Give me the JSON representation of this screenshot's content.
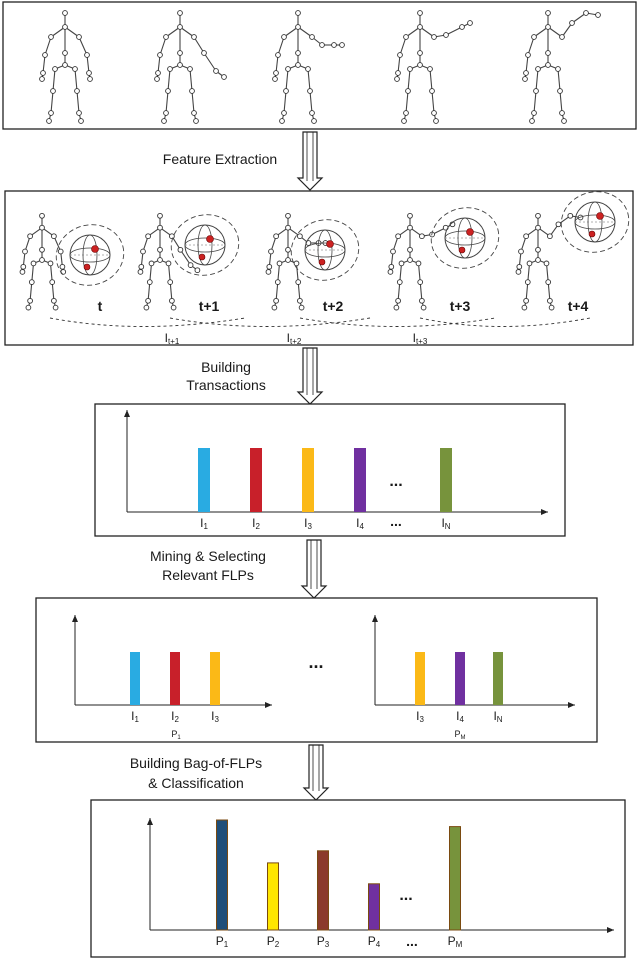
{
  "steps": {
    "feature_extraction": "Feature Extraction",
    "building_transactions_1": "Building",
    "building_transactions_2": "Transactions",
    "mining_1": "Mining & Selecting",
    "mining_2": "Relevant FLPs",
    "bag_1": "Building Bag-of-FLPs",
    "bag_2": "& Classification"
  },
  "time_labels": [
    "t",
    "t+1",
    "t+2",
    "t+3",
    "t+4"
  ],
  "interval_labels": [
    {
      "base": "I",
      "sub": "t+1"
    },
    {
      "base": "I",
      "sub": "t+2"
    },
    {
      "base": "I",
      "sub": "t+3"
    }
  ],
  "ellipsis": "...",
  "colors": {
    "cyan": "#29abe2",
    "red": "#c8202a",
    "yellow": "#fbb917",
    "purple": "#7030a0",
    "green": "#77933c",
    "navy": "#1f4e79",
    "light_yellow": "#ffe600",
    "brown": "#8b3a2b",
    "joint_red": "#cc2222"
  },
  "chart_data": [
    {
      "type": "bar",
      "name": "transactions",
      "categories": [
        {
          "base": "I",
          "sub": "1"
        },
        {
          "base": "I",
          "sub": "2"
        },
        {
          "base": "I",
          "sub": "3"
        },
        {
          "base": "I",
          "sub": "4"
        },
        {
          "base": "I",
          "sub": "N"
        }
      ],
      "values": [
        1,
        1,
        1,
        1,
        1
      ],
      "colors": [
        "cyan",
        "red",
        "yellow",
        "purple",
        "green"
      ]
    },
    {
      "type": "bar",
      "name": "flp-p1",
      "caption": {
        "base": "P",
        "sub": "1"
      },
      "categories": [
        {
          "base": "I",
          "sub": "1"
        },
        {
          "base": "I",
          "sub": "2"
        },
        {
          "base": "I",
          "sub": "3"
        }
      ],
      "values": [
        1,
        1,
        1
      ],
      "colors": [
        "cyan",
        "red",
        "yellow"
      ]
    },
    {
      "type": "bar",
      "name": "flp-pm",
      "caption": {
        "base": "P",
        "sub": "M"
      },
      "categories": [
        {
          "base": "I",
          "sub": "3"
        },
        {
          "base": "I",
          "sub": "4"
        },
        {
          "base": "I",
          "sub": "N"
        }
      ],
      "values": [
        1,
        1,
        1
      ],
      "colors": [
        "yellow",
        "purple",
        "green"
      ]
    },
    {
      "type": "bar",
      "name": "bag-of-flps",
      "categories": [
        {
          "base": "P",
          "sub": "1"
        },
        {
          "base": "P",
          "sub": "2"
        },
        {
          "base": "P",
          "sub": "3"
        },
        {
          "base": "P",
          "sub": "4"
        },
        {
          "base": "P",
          "sub": "M"
        }
      ],
      "values": [
        1.0,
        0.61,
        0.72,
        0.42,
        0.94
      ],
      "colors": [
        "navy",
        "light_yellow",
        "brown",
        "purple",
        "green"
      ]
    }
  ]
}
